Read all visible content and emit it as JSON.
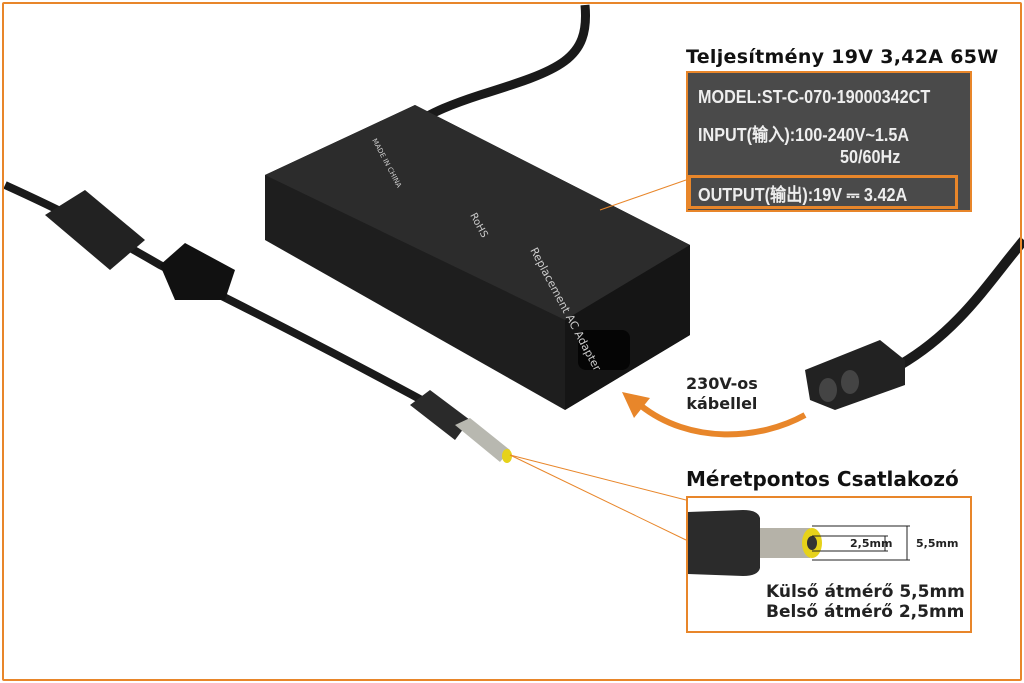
{
  "spec_panel": {
    "title": "Teljesítmény 19V 3,42A 65W",
    "model": "MODEL:ST-C-070-19000342CT",
    "input": "INPUT(输入):100-240V~1.5A",
    "frequency": "50/60Hz",
    "output": "OUTPUT(输出):19V ⎓ 3.42A"
  },
  "cable_note": {
    "line1": "230V-os",
    "line2": "kábellel"
  },
  "connector_panel": {
    "title": "Méretpontos Csatlakozó",
    "inner_dim": "2,5mm",
    "outer_dim": "5,5mm",
    "outer_diameter": "Külső átmérő 5,5mm",
    "inner_diameter": "Belső átmérő 2,5mm"
  },
  "adapter_label": {
    "brand_line": "Replacement AC Adapter",
    "rohs": "RoHS",
    "origin": "MADE IN CHINA"
  },
  "colors": {
    "accent": "#e8862a",
    "label_bg": "#4a4a4a",
    "tip": "#e6d21a"
  }
}
